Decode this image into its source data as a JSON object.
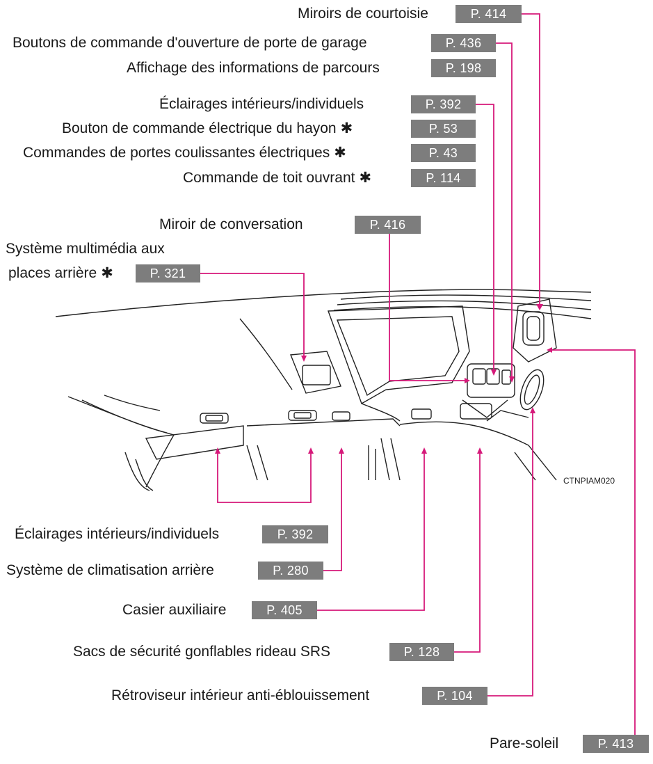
{
  "labels": [
    {
      "id": "courtoisie",
      "text": "Miroirs de courtoisie",
      "page": "P. 414",
      "asterisk": false
    },
    {
      "id": "garage",
      "text": "Boutons de commande d'ouverture de porte de garage",
      "page": "P. 436",
      "asterisk": false
    },
    {
      "id": "parcours",
      "text": "Affichage des informations de parcours",
      "page": "P. 198",
      "asterisk": false
    },
    {
      "id": "eclairages_top",
      "text": "Éclairages intérieurs/individuels",
      "page": "P. 392",
      "asterisk": false
    },
    {
      "id": "hayon",
      "text": "Bouton de commande électrique du hayon",
      "page": "P. 53",
      "asterisk": true
    },
    {
      "id": "portes",
      "text": "Commandes de portes coulissantes électriques",
      "page": "P. 43",
      "asterisk": true
    },
    {
      "id": "toit",
      "text": "Commande de toit ouvrant",
      "page": "P. 114",
      "asterisk": true
    },
    {
      "id": "conversation",
      "text": "Miroir de conversation",
      "page": "P. 416",
      "asterisk": false
    },
    {
      "id": "multimedia_line1",
      "text": "Système multimédia aux",
      "page": "",
      "asterisk": false
    },
    {
      "id": "multimedia",
      "text": "places arrière",
      "page": "P. 321",
      "asterisk": true
    },
    {
      "id": "eclairages_bottom",
      "text": "Éclairages intérieurs/individuels",
      "page": "P. 392",
      "asterisk": false
    },
    {
      "id": "climatisation",
      "text": "Système de climatisation arrière",
      "page": "P. 280",
      "asterisk": false
    },
    {
      "id": "casier",
      "text": "Casier auxiliaire",
      "page": "P. 405",
      "asterisk": false
    },
    {
      "id": "sacs",
      "text": "Sacs de sécurité gonflables rideau SRS",
      "page": "P. 128",
      "asterisk": false
    },
    {
      "id": "retroviseur",
      "text": "Rétroviseur intérieur anti-éblouissement",
      "page": "P. 104",
      "asterisk": false
    },
    {
      "id": "paresoleil",
      "text": "Pare-soleil",
      "page": "P. 413",
      "asterisk": false
    }
  ],
  "asterisk_symbol": "✱",
  "image_code": "CTNPIAM020",
  "colors": {
    "leader": "#d6197a",
    "page_box": "#7d7d7d",
    "drawing": "#222222"
  }
}
